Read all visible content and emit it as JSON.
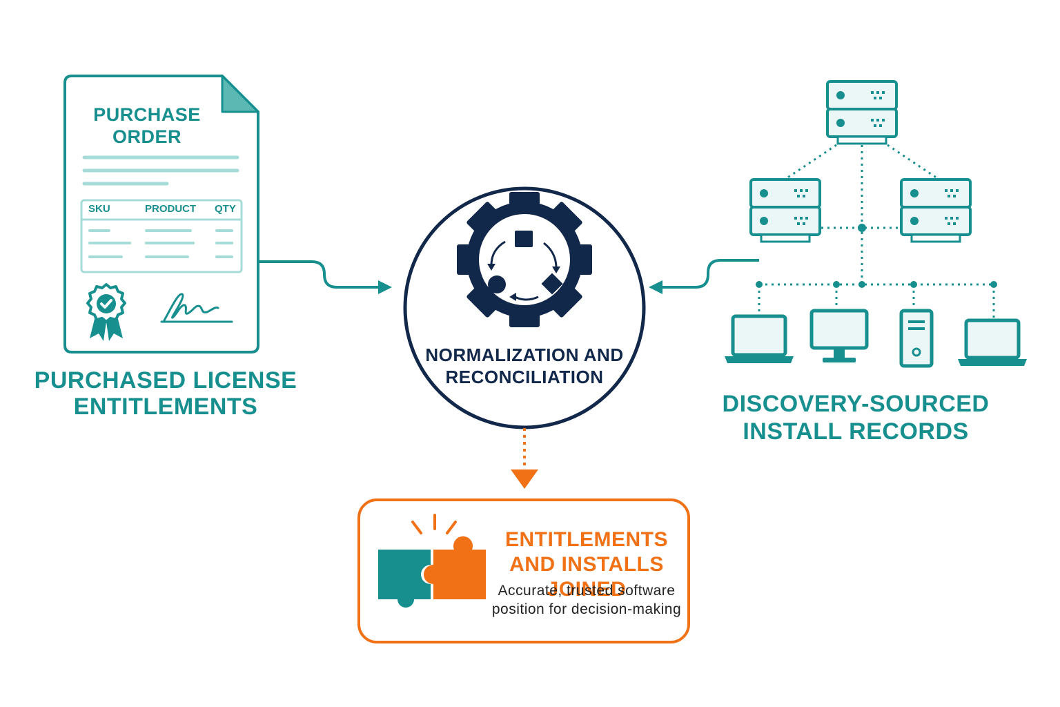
{
  "colors": {
    "teal": "#178f8f",
    "teal_light": "#a5dcd8",
    "navy": "#12284a",
    "orange": "#f07116",
    "fill_light": "#eaf7f6"
  },
  "purchase_order": {
    "title": "PURCHASE ORDER",
    "columns": [
      "SKU",
      "PRODUCT",
      "QTY"
    ],
    "icons": [
      "document-icon",
      "award-seal-icon",
      "signature-icon"
    ]
  },
  "left_label": "PURCHASED LICENSE ENTITLEMENTS",
  "center": {
    "label": "NORMALIZATION AND RECONCILIATION",
    "icon": "gear-cycle-icon"
  },
  "right_label": "DISCOVERY-SOURCED INSTALL RECORDS",
  "network": {
    "icons": [
      "server-icon",
      "server-icon",
      "server-icon",
      "laptop-icon",
      "monitor-icon",
      "tower-pc-icon",
      "laptop-icon"
    ]
  },
  "output": {
    "title": "ENTITLEMENTS AND INSTALLS JOINED",
    "description": "Accurate, trusted software position for decision-making",
    "icon": "puzzle-pieces-icon"
  }
}
